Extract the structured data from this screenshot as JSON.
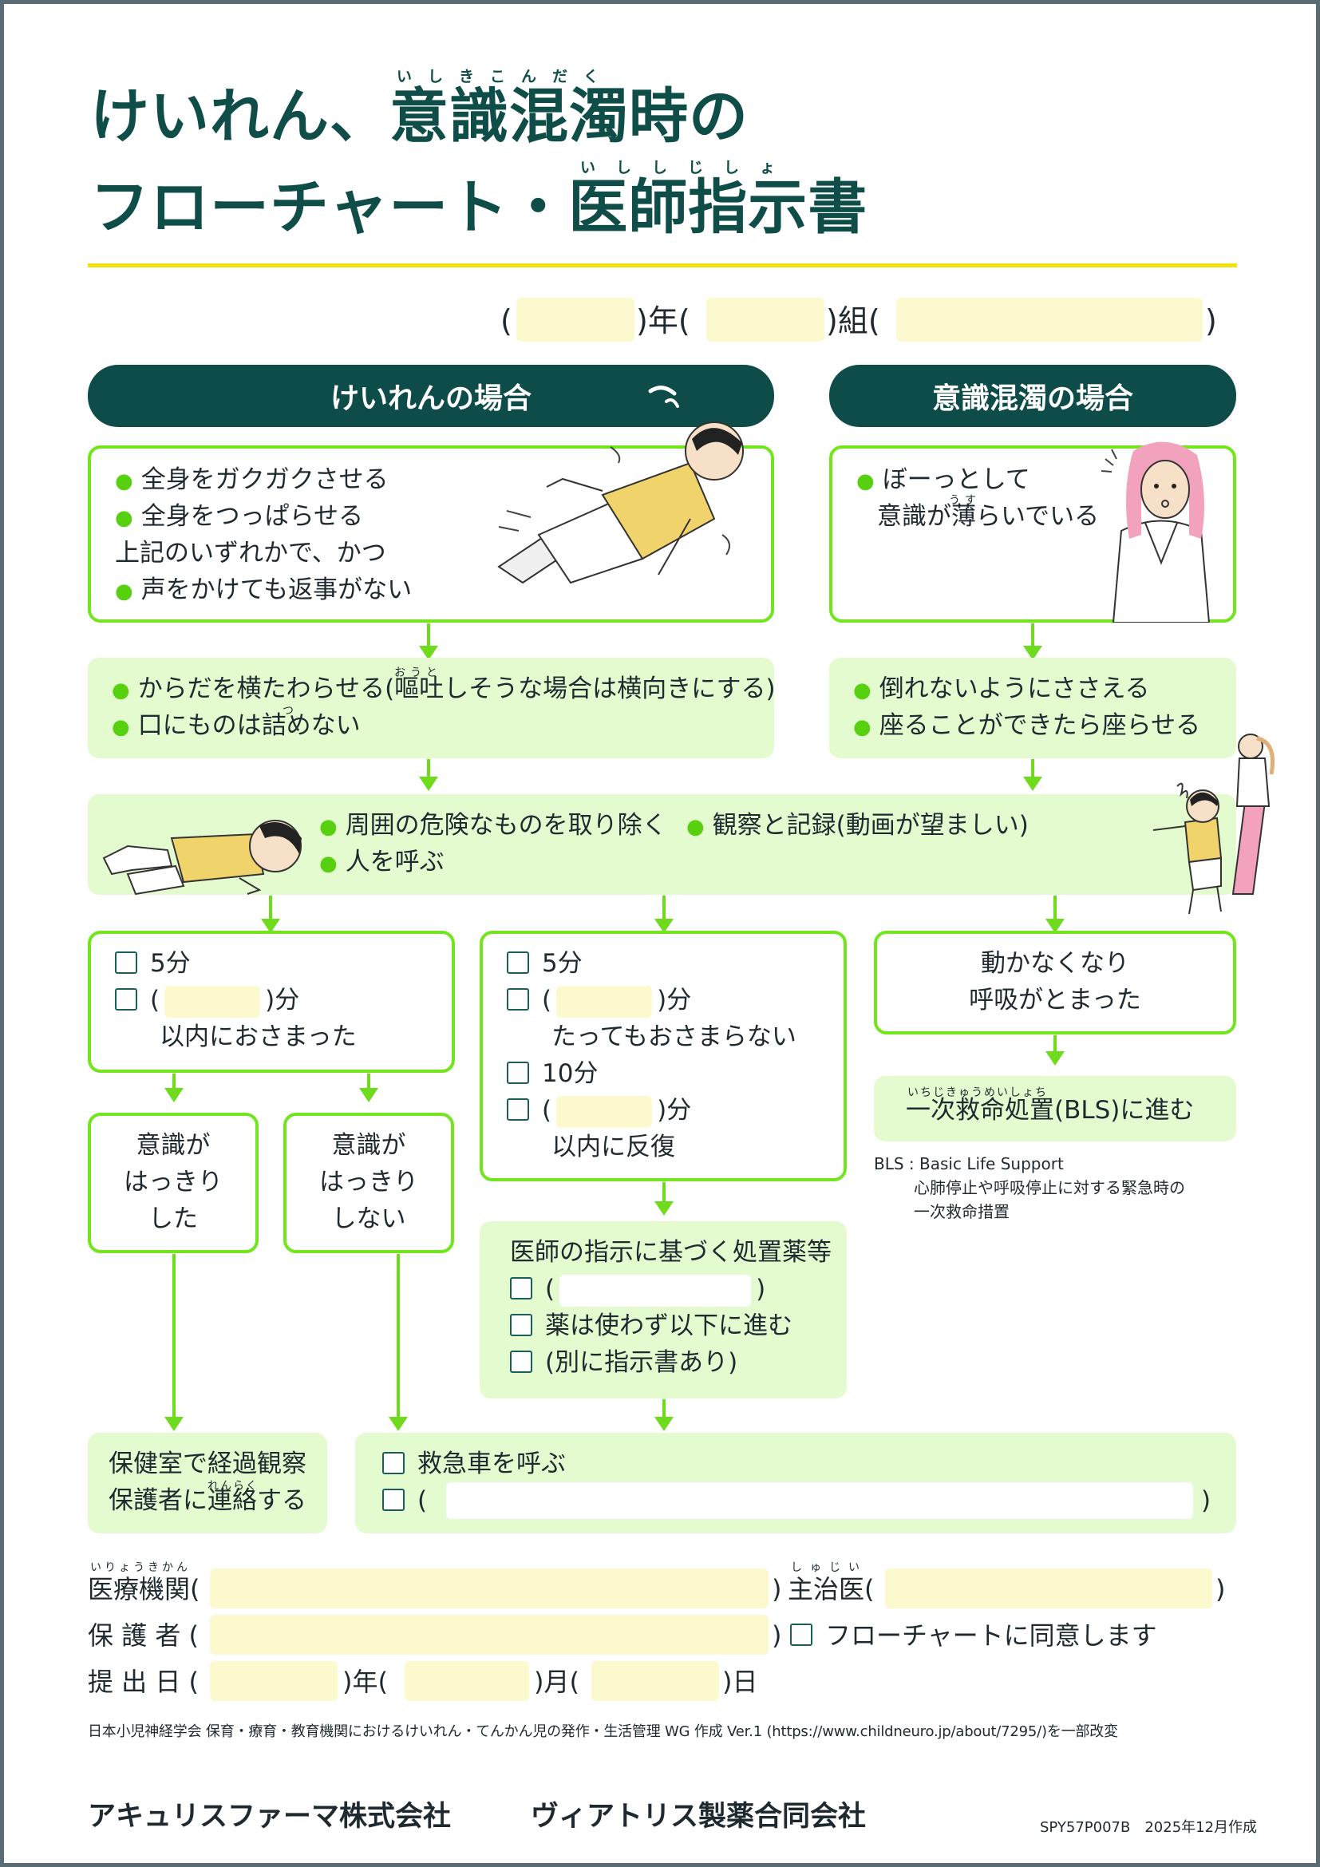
{
  "title": {
    "line1_a": "けいれん、",
    "line1_b": "意識混濁時の",
    "line1_ruby": "いしきこんだく",
    "line2_a": "フローチャート・",
    "line2_b": "医師指示書",
    "line2_ruby": "いししじしょ"
  },
  "class_line": {
    "year_suffix": ")年(",
    "class_suffix": ")組(",
    "open": "(",
    "close": ")"
  },
  "left_header": "けいれんの場合",
  "right_header": "意識混濁の場合",
  "seizure_symptoms": {
    "items": [
      "全身をガクガクさせる",
      "全身をつっぱらせる"
    ],
    "note": "上記のいずれかで、かつ",
    "last": "声をかけても返事がない"
  },
  "consciousness_symptoms": {
    "line1": "ぼーっとして",
    "line2": "意識が薄らいでいる",
    "ruby": "うす"
  },
  "seizure_actions": {
    "items": [
      "からだを横たわらせる(嘔吐しそうな場合は横向きにする)",
      "口にものは詰めない"
    ],
    "ruby1": "おうと",
    "ruby2": "つ"
  },
  "consciousness_actions": {
    "items": [
      "倒れないようにささえる",
      "座ることができたら座らせる"
    ]
  },
  "common_actions": {
    "items": [
      "周囲の危険なものを取り除く",
      "観察と記録(動画が望ましい)",
      "人を呼ぶ"
    ]
  },
  "branch_a": {
    "opt1": "5分",
    "open": "(",
    "close": ")分",
    "note": "以内におさまった"
  },
  "branch_b": {
    "opt1": "5分",
    "open": "(",
    "close": ")分",
    "note1": "たってもおさまらない",
    "opt3": "10分",
    "note2": "以内に反復"
  },
  "branch_c": {
    "line1": "動かなくなり",
    "line2": "呼吸がとまった"
  },
  "bls": {
    "label": "一次救命処置(BLS)に進む",
    "ruby": "いちじきゅうめいしょち",
    "note_title": "BLS : Basic Life Support",
    "note_l1": "心肺停止や呼吸停止に対する緊急時の",
    "note_l2": "一次救命措置"
  },
  "aware_yes": {
    "l1": "意識が",
    "l2": "はっきり",
    "l3": "した"
  },
  "aware_no": {
    "l1": "意識が",
    "l2": "はっきり",
    "l3": "しない"
  },
  "medication": {
    "title": "医師の指示に基づく処置薬等",
    "open": "(",
    "close": ")",
    "opt2": "薬は使わず以下に進む",
    "opt3": "(別に指示書あり)"
  },
  "observe": {
    "l1": "保健室で経過観察",
    "l2": "保護者に連絡する",
    "ruby": "れんらく"
  },
  "ambulance": {
    "opt1": "救急車を呼ぶ",
    "open": "(",
    "close": ")"
  },
  "form": {
    "institution": "医療機関(",
    "institution_ruby": "いりょうきかん",
    "doctor": "主治医(",
    "doctor_ruby": "しゅじい",
    "guardian": "保 護 者 (",
    "agree": "フローチャートに同意します",
    "date": "提 出 日 (",
    "year": ")年(",
    "month": ")月(",
    "day": ")日",
    "close": ")"
  },
  "source_note": "日本小児神経学会 保育・療育・教育機関におけるけいれん・てんかん児の発作・生活管理 WG 作成 Ver.1 (https://www.childneuro.jp/about/7295/)を一部改変",
  "companies": {
    "c1": "アキュリスファーマ株式会社",
    "c2": "ヴィアトリス製薬合同会社"
  },
  "doc_code": "SPY57P007B　2025年12月作成",
  "colors": {
    "accent": "#0d4c48",
    "green_border": "#72e51e",
    "light_green": "#e4fbcf",
    "yellow_field": "#fdf9cf",
    "yellow_rule": "#f3e10c"
  }
}
